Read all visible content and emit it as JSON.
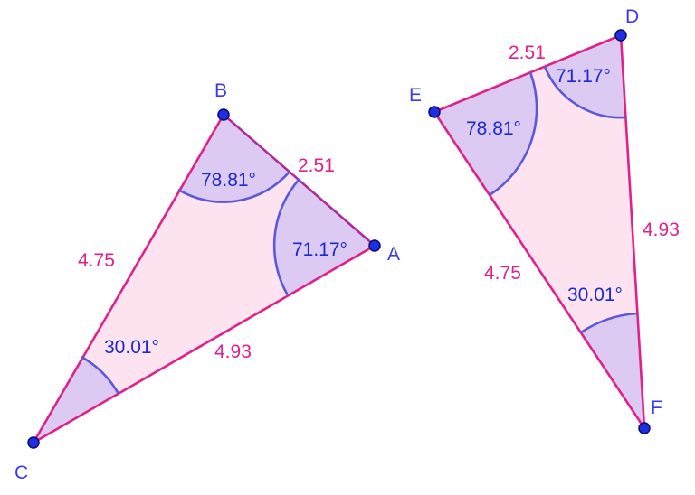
{
  "triangle_abc": {
    "vertices": {
      "a": "A",
      "b": "B",
      "c": "C"
    },
    "sides": {
      "ab": "2.51",
      "bc": "4.75",
      "ca": "4.93"
    },
    "angles": {
      "a": "71.17°",
      "b": "78.81°",
      "c": "30.01°"
    }
  },
  "triangle_def": {
    "vertices": {
      "d": "D",
      "e": "E",
      "f": "F"
    },
    "sides": {
      "de": "2.51",
      "ef": "4.75",
      "df": "4.93"
    },
    "angles": {
      "d": "71.17°",
      "e": "78.81°",
      "f": "30.01°"
    }
  },
  "colors": {
    "side": "#e0218a",
    "fill": "#fde3ef",
    "angle_fill": "#dccaf2",
    "angle_arc": "#5a5ad8",
    "vertex_point": "#1f2ee6",
    "angle_text": "#1a2ad0",
    "vertex_text": "#3a3aef"
  }
}
